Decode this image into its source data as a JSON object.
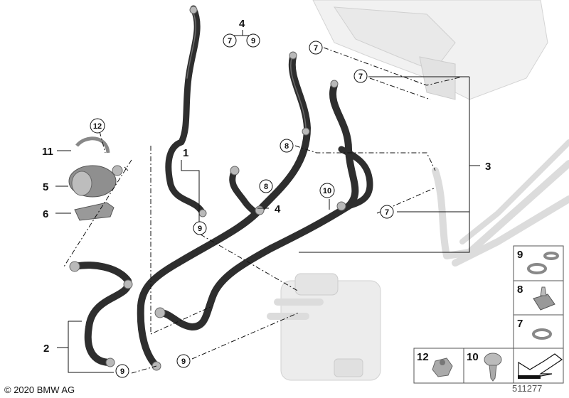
{
  "copyright": "© 2020 BMW AG",
  "diagram_number": "511277",
  "callouts": {
    "c1": "1",
    "c2": "2",
    "c3": "3",
    "c4a": "4",
    "c4b": "4",
    "c5": "5",
    "c6": "6",
    "c11": "11"
  },
  "circles": {
    "c7_top_a": "7",
    "c9_top_a": "9",
    "c7_b": "7",
    "c7_c": "7",
    "c7_d": "7",
    "c8_a": "8",
    "c8_b": "8",
    "c10": "10",
    "c9_b": "9",
    "c9_c": "9",
    "c9_d": "9",
    "c12": "12"
  },
  "legend": {
    "items": [
      {
        "label": "9",
        "part": "hose-clamp-pair"
      },
      {
        "label": "8",
        "part": "hose-clip-holder"
      },
      {
        "label": "7",
        "part": "spring-band-clamp"
      },
      {
        "label": "12",
        "part": "collar-nut"
      },
      {
        "label": "10",
        "part": "expanding-rivet-screw"
      }
    ],
    "arrow_icon": "direction-of-travel-arrow-icon"
  }
}
